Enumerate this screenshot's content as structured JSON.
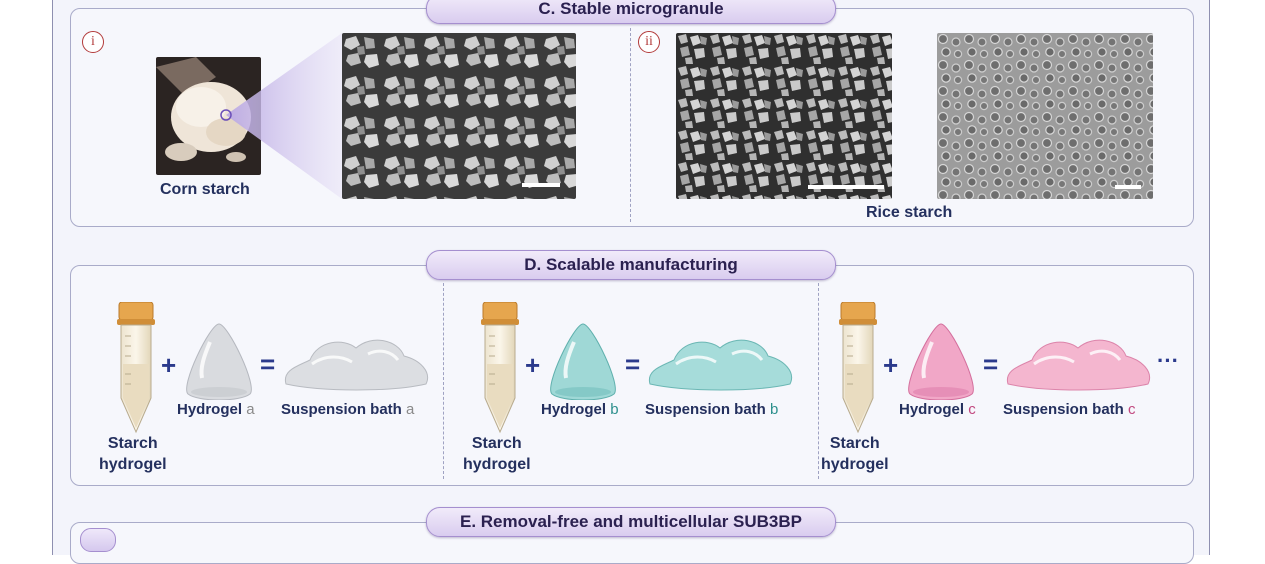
{
  "sections": {
    "c": {
      "title": "C. Stable microgranule",
      "sub_i": "i",
      "sub_ii": "ii",
      "corn_caption": "Corn starch",
      "rice_caption": "Rice starch"
    },
    "d": {
      "title": "D. Scalable manufacturing",
      "plus": "+",
      "equals": "=",
      "ellipsis": "···",
      "groups": [
        {
          "starch_line1": "Starch",
          "starch_line2": "hydrogel",
          "hydrogel_word": "Hydrogel",
          "hydrogel_letter": "a",
          "bath_word": "Suspension bath",
          "bath_letter": "a",
          "color": "#8a8a8a"
        },
        {
          "starch_line1": "Starch",
          "starch_line2": "hydrogel",
          "hydrogel_word": "Hydrogel",
          "hydrogel_letter": "b",
          "bath_word": "Suspension bath",
          "bath_letter": "b",
          "color": "#2c8f8c"
        },
        {
          "starch_line1": "Starch",
          "starch_line2": "hydrogel",
          "hydrogel_word": "Hydrogel",
          "hydrogel_letter": "c",
          "bath_word": "Suspension bath",
          "bath_letter": "c",
          "color": "#c2487f"
        }
      ]
    },
    "e": {
      "title": "E. Removal-free and multicellular SUB3BP"
    }
  },
  "colors": {
    "hydrogel_a": "#d9dbdf",
    "hydrogel_b": "#9fd8d6",
    "hydrogel_c": "#f1a7c7",
    "operator": "#2b3a8c",
    "tube_cap": "#e6a64e"
  }
}
